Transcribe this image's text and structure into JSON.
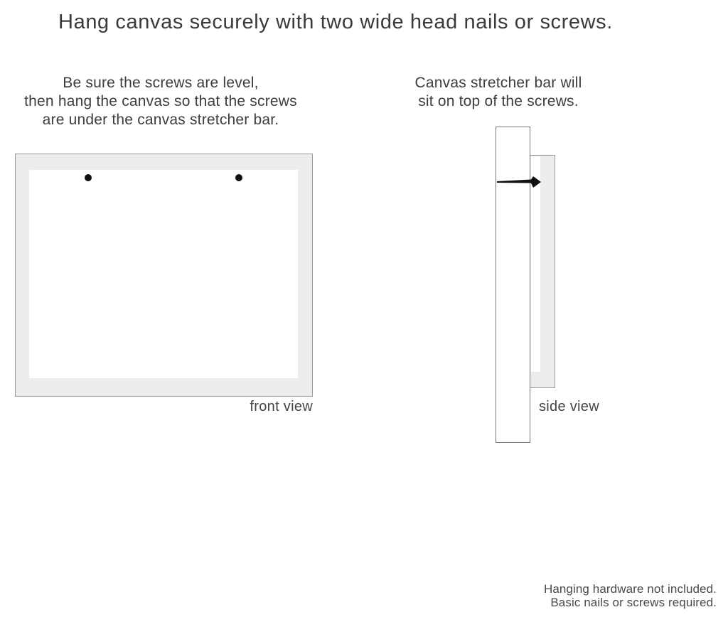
{
  "title": "Hang canvas securely with two wide head nails or screws.",
  "left_instruction": {
    "line1": "Be sure the screws are level,",
    "line2": "then hang the canvas so that the screws",
    "line3": "are under the canvas stretcher bar."
  },
  "right_instruction": {
    "line1": "Canvas stretcher bar will",
    "line2": "sit on top of the screws."
  },
  "front_view_label": "front view",
  "side_view_label": "side view",
  "footnote": {
    "line1": "Hanging hardware not included.",
    "line2": "Basic nails or screws required."
  },
  "icons": {
    "screw_dots": "screw-head-dot",
    "nail": "nail-side-icon"
  },
  "colors": {
    "background": "#ffffff",
    "text": "#3d3d3d",
    "label_text": "#454545",
    "footnote_text": "#4a4a4a",
    "canvas_frame_fill": "#ededed",
    "canvas_inner_fill": "#ffffff",
    "frame_border": "#999999",
    "wall_border": "#777777",
    "nail_and_dots": "#111111"
  }
}
